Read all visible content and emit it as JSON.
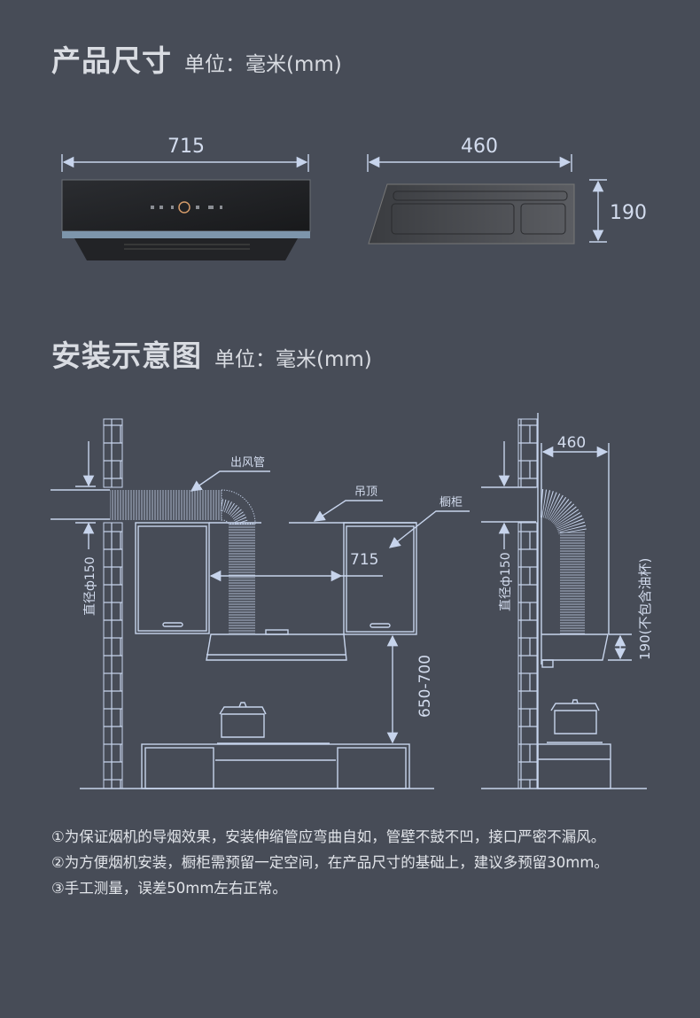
{
  "section_product": {
    "title": "产品尺寸",
    "unit": "单位：毫米(mm)"
  },
  "product_dims": {
    "width": "715",
    "depth": "460",
    "height": "190"
  },
  "section_install": {
    "title": "安装示意图",
    "unit": "单位：毫米(mm)"
  },
  "front_diagram": {
    "duct_label": "出风管",
    "ceiling_label": "吊顶",
    "cabinet_label": "橱柜",
    "cabinet_gap": "715",
    "diameter_label": "直径ф150",
    "height_range": "650-700"
  },
  "side_diagram": {
    "depth": "460",
    "diameter_label": "直径ф150",
    "height_label": "190(不包含油杯)"
  },
  "notes": [
    "①为保证烟机的导烟效果，安装伸缩管应弯曲自如，管壁不鼓不凹，接口严密不漏风。",
    "②为方便烟机安装，橱柜需预留一定空间，在产品尺寸的基础上，建议多预留30mm。",
    "③手工测量，误差50mm左右正常。"
  ],
  "colors": {
    "background": "#474c57",
    "line": "#c7d4ec",
    "text": "#dde0e6"
  }
}
